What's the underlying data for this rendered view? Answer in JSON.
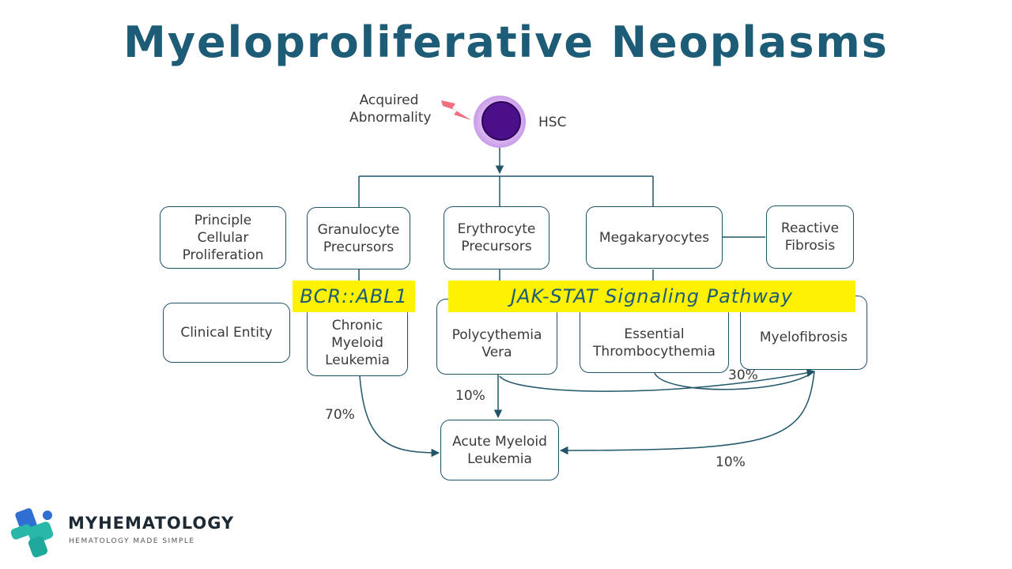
{
  "title": "Myeloproliferative Neoplasms",
  "top": {
    "acquired": "Acquired\nAbnormality",
    "hsc": "HSC"
  },
  "row_labels": {
    "cellular": "Principle\nCellular\nProliferation",
    "clinical": "Clinical  Entity"
  },
  "precursors": {
    "granulocyte": "Granulocyte\nPrecursors",
    "erythrocyte": "Erythrocyte\nPrecursors",
    "megakaryocytes": "Megakaryocytes",
    "fibrosis": "Reactive\nFibrosis"
  },
  "pathways": {
    "bcr": "BCR::ABL1",
    "jak": "JAK-STAT Signaling Pathway"
  },
  "entities": {
    "cml": "Chronic\nMyeloid\nLeukemia",
    "pv": "Polycythemia\nVera",
    "et": "Essential\nThrombocythemia",
    "mf": "Myelofibrosis",
    "aml": "Acute Myeloid\nLeukemia"
  },
  "percentages": {
    "cml_to_aml": "70%",
    "pv_to_aml": "10%",
    "to_mf": "30%",
    "mf_to_aml": "10%"
  },
  "logo": {
    "name": "MYHEMATOLOGY",
    "tagline": "HEMATOLOGY MADE SIMPLE"
  },
  "colors": {
    "title": "#1d5c76",
    "line": "#1f5469",
    "highlight": "#fff200",
    "cell_outer": "#d9b3f2",
    "cell_inner": "#4b0f8a",
    "lightning": "#f26d7d"
  }
}
